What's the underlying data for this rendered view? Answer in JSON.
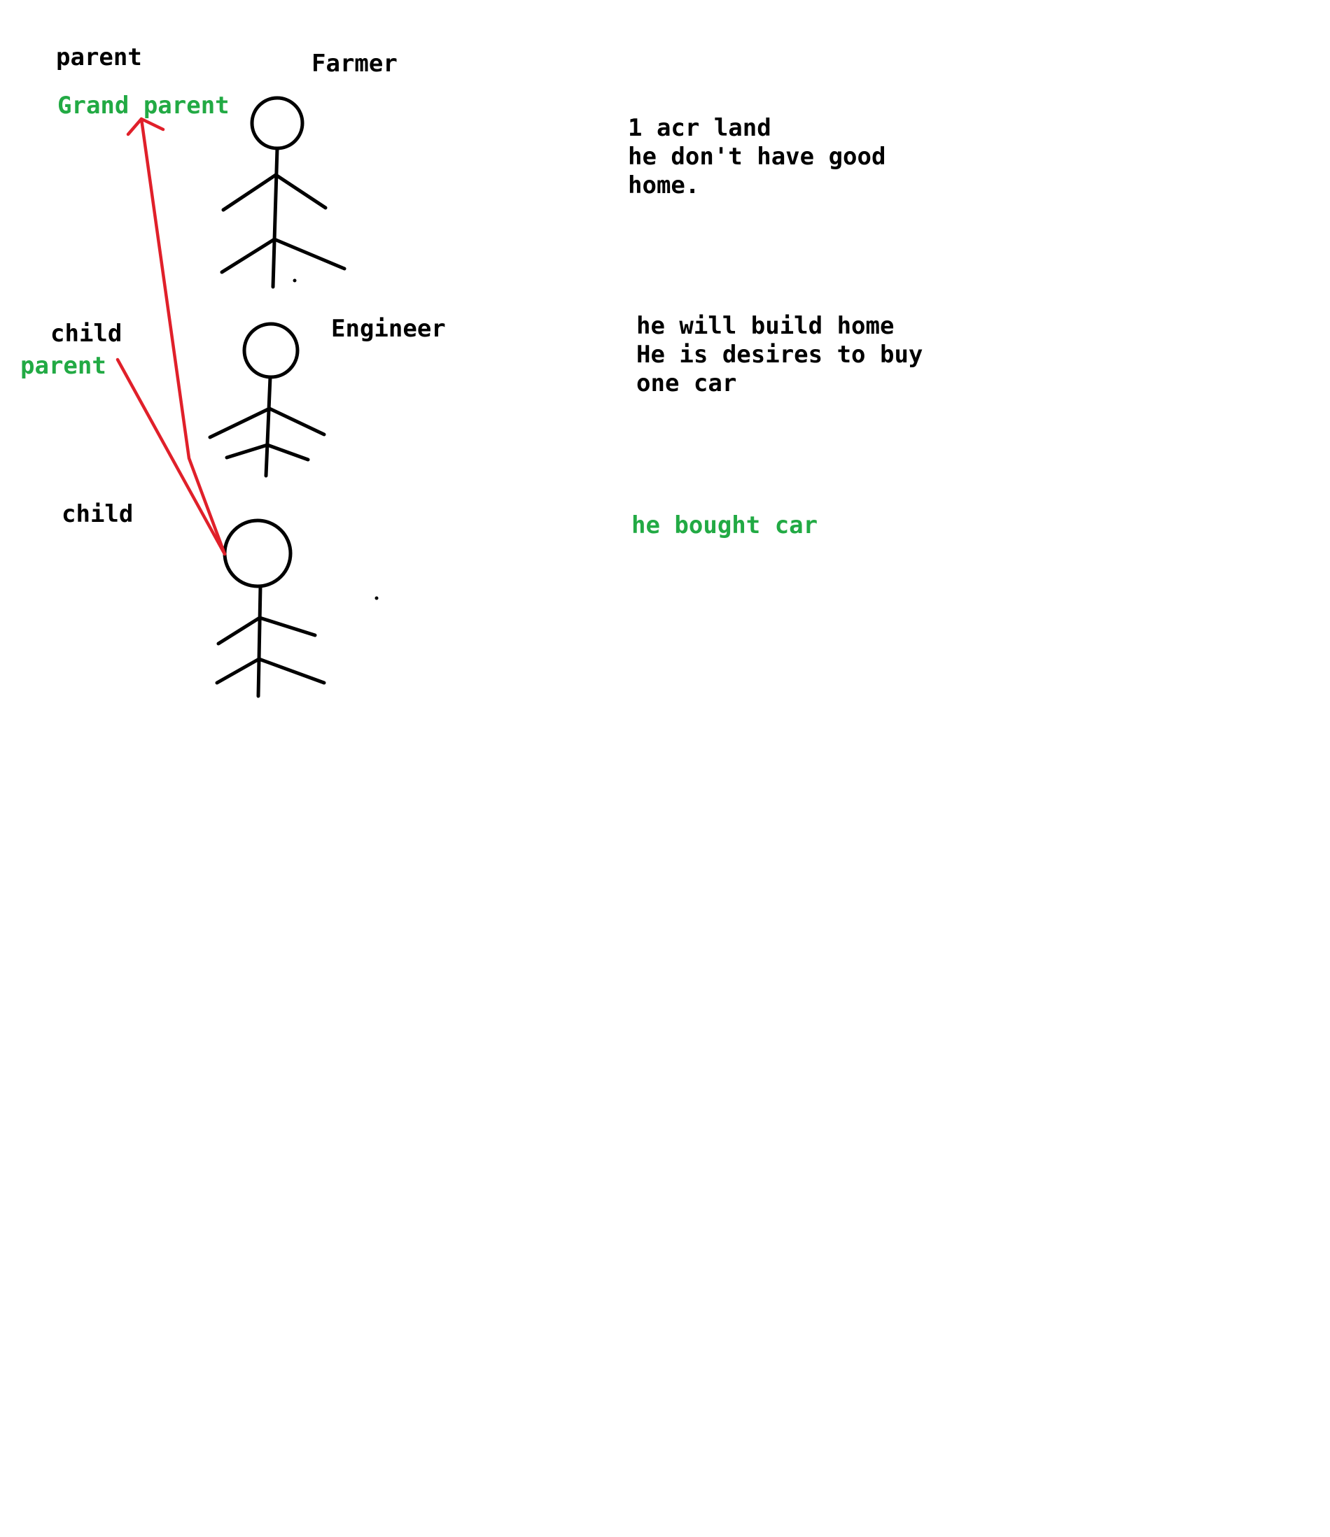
{
  "colors": {
    "ink": "#000000",
    "green": "#22aa44",
    "red": "#e0202a",
    "background": "#ffffff"
  },
  "figures": [
    {
      "role_label": "parent",
      "relation_label": "Grand parent",
      "name": "Farmer",
      "notes": [
        "1 acr land",
        "he don't have good",
        "home."
      ]
    },
    {
      "role_label": "child",
      "relation_label": "parent",
      "name": "Engineer",
      "notes": [
        "he will build home",
        "He is desires to buy",
        "one car"
      ]
    },
    {
      "role_label": "child",
      "notes": [
        "he bought car"
      ]
    }
  ]
}
